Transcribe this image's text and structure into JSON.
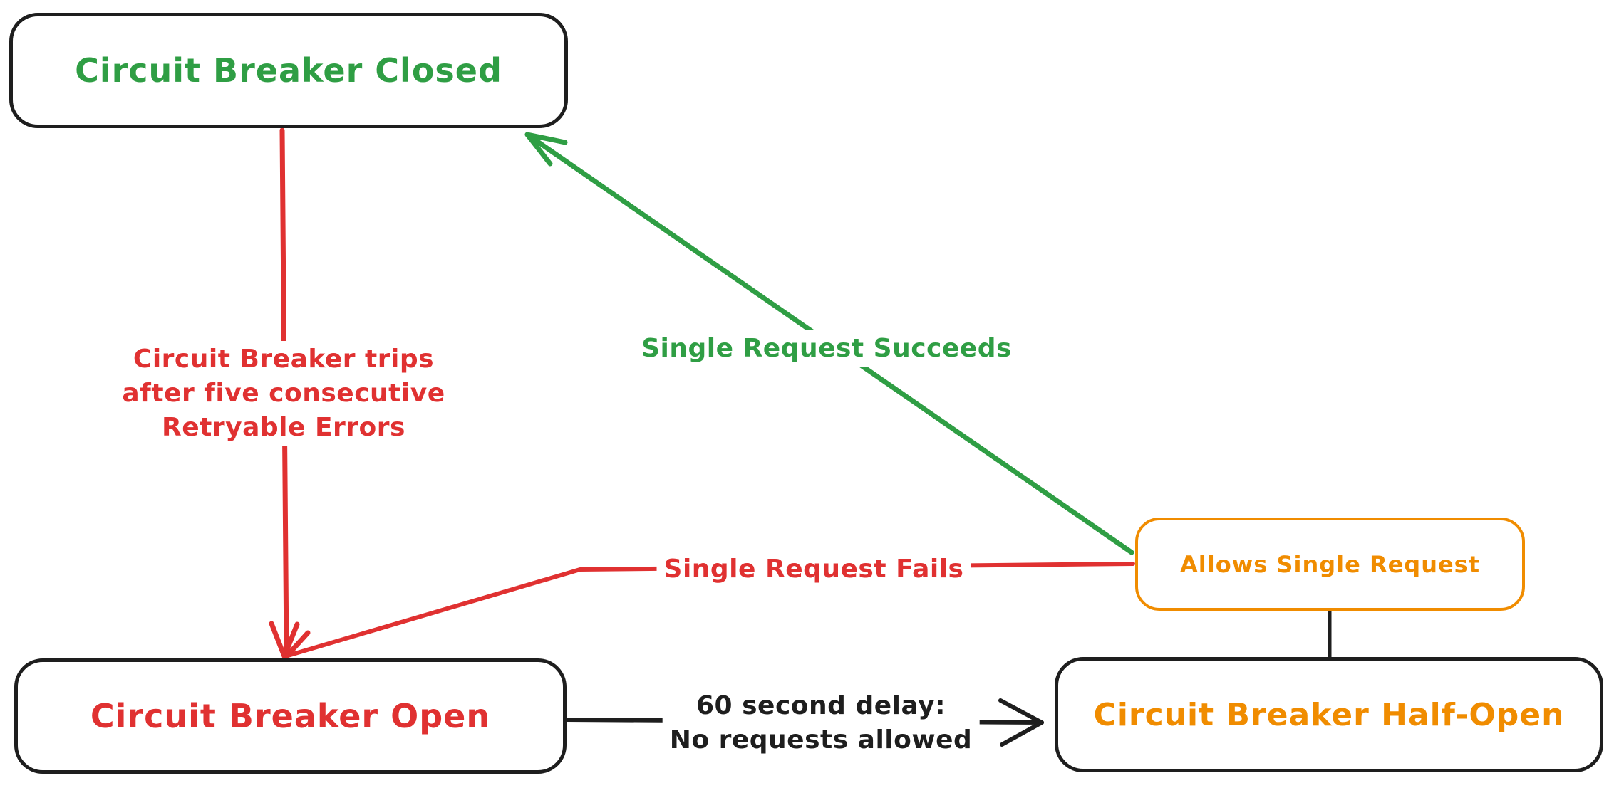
{
  "diagram": {
    "type": "state-machine",
    "subject": "Circuit Breaker pattern states",
    "background": "#ffffff",
    "colors": {
      "closed_green": "#2f9e44",
      "open_red": "#e03131",
      "half_open_orange": "#f08c00",
      "neutral_black": "#1e1e1e"
    },
    "nodes": [
      {
        "id": "closed",
        "label": "Circuit Breaker Closed",
        "text_color": "#2f9e44",
        "border_color": "#1e1e1e"
      },
      {
        "id": "open",
        "label": "Circuit Breaker Open",
        "text_color": "#e03131",
        "border_color": "#1e1e1e"
      },
      {
        "id": "half-open",
        "label": "Circuit Breaker Half-Open",
        "text_color": "#f08c00",
        "border_color": "#1e1e1e"
      },
      {
        "id": "allows",
        "label": "Allows Single Request",
        "text_color": "#f08c00",
        "border_color": "#f08c00"
      }
    ],
    "edges": [
      {
        "id": "closed-to-open",
        "from": "closed",
        "to": "open",
        "color": "#e03131",
        "label_lines": [
          "Circuit Breaker trips",
          "after five consecutive",
          "Retryable Errors"
        ]
      },
      {
        "id": "open-to-half-open",
        "from": "open",
        "to": "half-open",
        "color": "#1e1e1e",
        "label_lines": [
          "60 second delay:",
          "No requests allowed"
        ]
      },
      {
        "id": "half-open-to-closed",
        "from": "allows",
        "to": "closed",
        "color": "#2f9e44",
        "label": "Single Request Succeeds"
      },
      {
        "id": "half-open-to-open",
        "from": "allows",
        "to": "open",
        "color": "#e03131",
        "label": "Single Request Fails"
      },
      {
        "id": "allows-connector",
        "from": "half-open",
        "to": "allows",
        "color": "#1e1e1e",
        "label": ""
      }
    ]
  }
}
